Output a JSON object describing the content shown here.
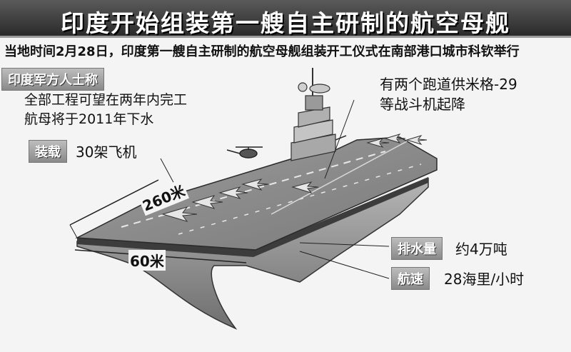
{
  "title": "印度开始组装第一艘自主研制的航空母舰",
  "subtitle": "当地时间2月28日，印度第一艘自主研制的航空母舰组装开工仪式在南部港口城市科钦举行",
  "military_source": {
    "label": "印度军方人士称",
    "line1": "全部工程可望在两年内完工",
    "line2": "航母将于2011年下水"
  },
  "runway_note": {
    "line1": "有两个跑道供米格-29",
    "line2": "等战斗机起降"
  },
  "capacity": {
    "label": "装载",
    "value": "30架飞机"
  },
  "length_label": "260米",
  "width_label": "60米",
  "displacement": {
    "label": "排水量",
    "value": "约4万吨"
  },
  "speed": {
    "label": "航速",
    "value": "28海里/小时"
  }
}
